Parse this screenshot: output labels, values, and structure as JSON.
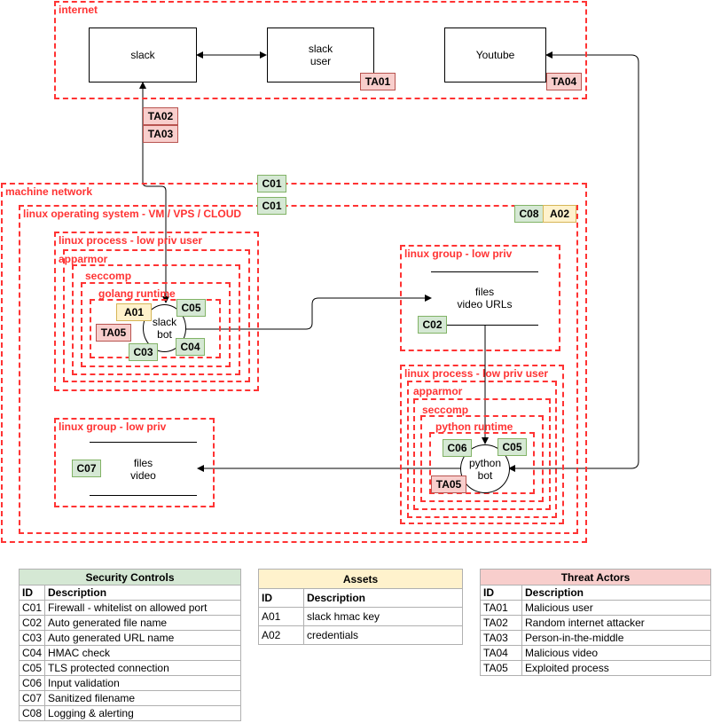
{
  "zones": {
    "internet": "internet",
    "machine_network": "machine network",
    "linux_os": "linux operating system - VM / VPS / CLOUD",
    "proc_left": "linux process - low priv user",
    "apparmor_left": "apparmor",
    "seccomp_left": "seccomp",
    "golang_runtime": "golang runtime",
    "group_right": "linux group - low priv",
    "proc_right": "linux process - low priv user",
    "apparmor_right": "apparmor",
    "seccomp_right": "seccomp",
    "python_runtime": "python runtime",
    "group_left": "linux group - low priv"
  },
  "nodes": {
    "slack": "slack",
    "slack_user": "slack\nuser",
    "youtube": "Youtube",
    "slack_bot": "slack\nbot",
    "python_bot": "python\nbot",
    "files_urls": "files\nvideo URLs",
    "files_video": "files\nvideo"
  },
  "tags": {
    "ta01": "TA01",
    "ta04": "TA04",
    "ta02": "TA02",
    "ta03": "TA03",
    "c01_network": "C01",
    "c01_os": "C01",
    "c08": "C08",
    "a02": "A02",
    "a01": "A01",
    "c05_slack": "C05",
    "ta05_slack": "TA05",
    "c03": "C03",
    "c04": "C04",
    "c02": "C02",
    "c06": "C06",
    "c05_python": "C05",
    "ta05_python": "TA05",
    "c07": "C07"
  },
  "colors": {
    "zone_border": "#ff3333",
    "control_fill": "#d5e8d4",
    "asset_fill": "#fff2cc",
    "threat_fill": "#f8cecc"
  },
  "legend": {
    "controls": {
      "title": "Security Controls",
      "col_id": "ID",
      "col_desc": "Description",
      "rows": [
        {
          "id": "C01",
          "desc": "Firewall - whitelist on allowed port"
        },
        {
          "id": "C02",
          "desc": "Auto generated file name"
        },
        {
          "id": "C03",
          "desc": "Auto generated URL name"
        },
        {
          "id": "C04",
          "desc": "HMAC check"
        },
        {
          "id": "C05",
          "desc": "TLS protected connection"
        },
        {
          "id": "C06",
          "desc": "Input validation"
        },
        {
          "id": "C07",
          "desc": "Sanitized filename"
        },
        {
          "id": "C08",
          "desc": "Logging & alerting"
        }
      ]
    },
    "assets": {
      "title": "Assets",
      "col_id": "ID",
      "col_desc": "Description",
      "rows": [
        {
          "id": "A01",
          "desc": "slack hmac key"
        },
        {
          "id": "A02",
          "desc": "credentials"
        }
      ]
    },
    "threats": {
      "title": "Threat Actors",
      "col_id": "ID",
      "col_desc": "Description",
      "rows": [
        {
          "id": "TA01",
          "desc": "Malicious user"
        },
        {
          "id": "TA02",
          "desc": "Random internet attacker"
        },
        {
          "id": "TA03",
          "desc": "Person-in-the-middle"
        },
        {
          "id": "TA04",
          "desc": "Malicious video"
        },
        {
          "id": "TA05",
          "desc": "Exploited process"
        }
      ]
    }
  }
}
